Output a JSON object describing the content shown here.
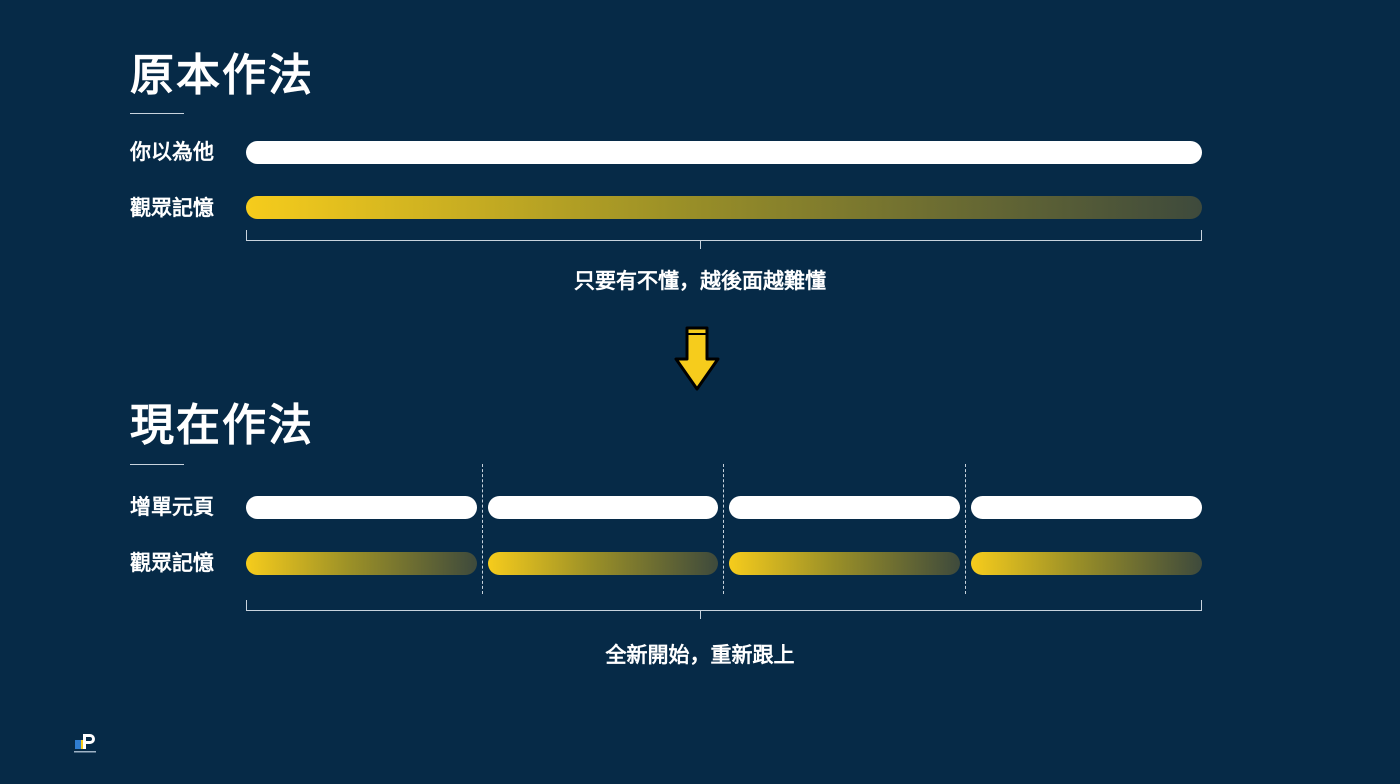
{
  "before": {
    "title": "原本作法",
    "row1_label": "你以為他",
    "row2_label": "觀眾記憶",
    "caption": "只要有不懂，越後面越難懂"
  },
  "after": {
    "title": "現在作法",
    "row1_label": "增單元頁",
    "row2_label": "觀眾記憶",
    "caption": "全新開始，重新跟上",
    "segments": 4
  },
  "colors": {
    "background": "#062a47",
    "accent": "#f6cc1c",
    "bar": "#ffffff",
    "faded": "#3e4a3c"
  },
  "icons": {
    "transition": "down-arrow-icon",
    "brand": "logo-icon"
  }
}
